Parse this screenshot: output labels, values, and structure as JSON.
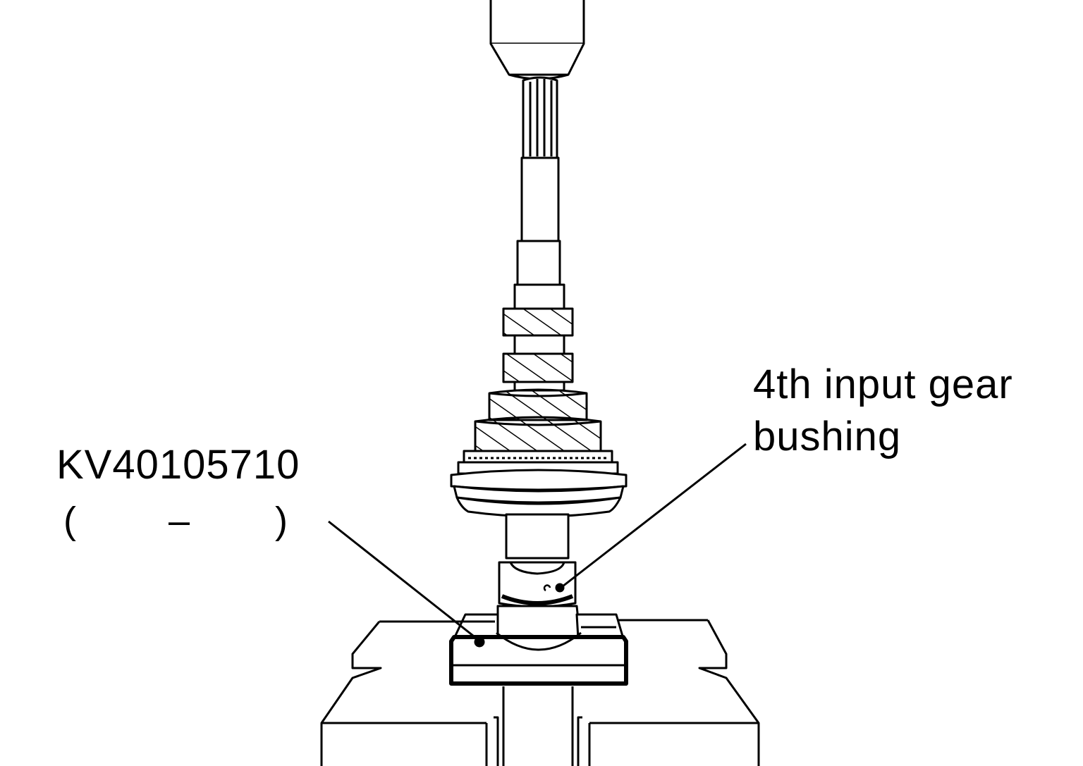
{
  "labels": {
    "bushing_line1": "4th input gear",
    "bushing_line2": "bushing",
    "tool_number": "KV40105710",
    "tool_sub_open": "(",
    "tool_sub_dash": "–",
    "tool_sub_close": ")"
  },
  "colors": {
    "line": "#000000",
    "background": "#ffffff"
  }
}
